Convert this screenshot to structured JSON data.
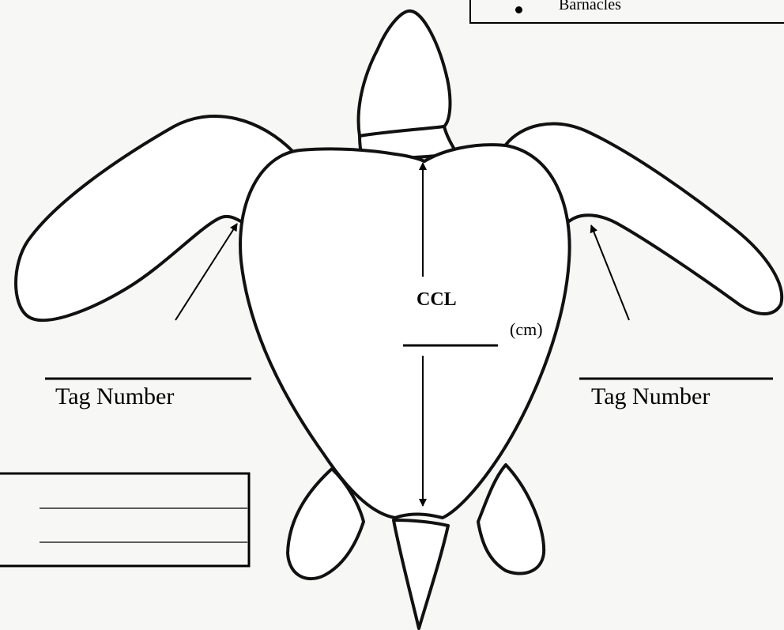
{
  "diagram": {
    "checklist": {
      "items": [
        "Barnacles"
      ]
    },
    "measurement": {
      "label": "CCL",
      "unit": "(cm)"
    },
    "tags": {
      "left_label": "Tag Number",
      "right_label": "Tag Number"
    }
  }
}
